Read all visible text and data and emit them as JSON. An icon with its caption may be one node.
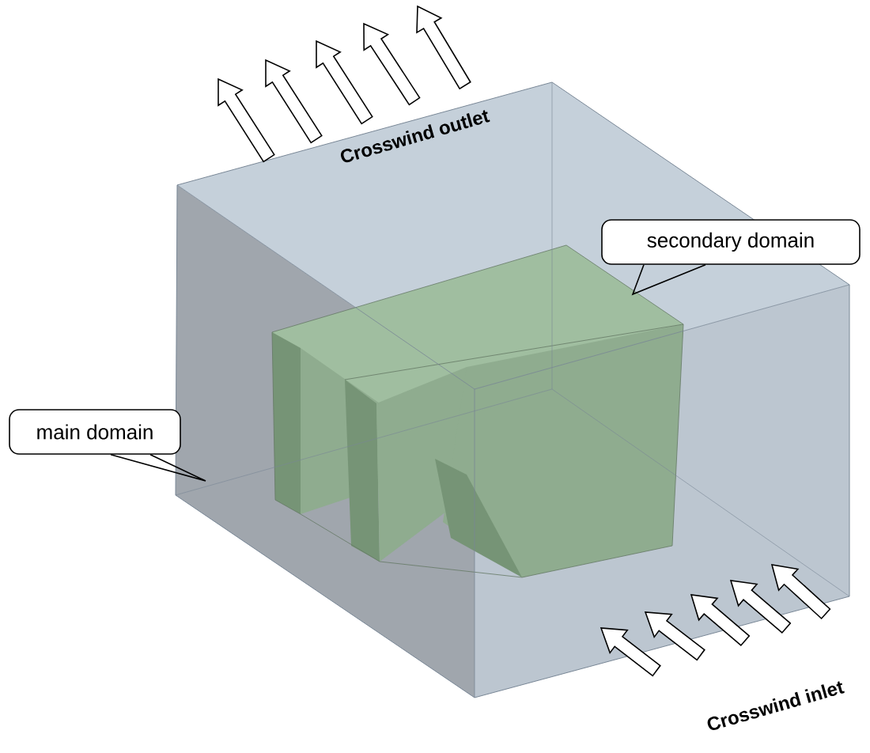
{
  "diagram": {
    "nodes": [
      {
        "text": [
          "main domain"
        ]
      },
      {
        "text": [
          "secondary domain"
        ]
      }
    ],
    "edges": [
      {
        "from": 0,
        "to": null,
        "arrow": "none"
      },
      {
        "from": 1,
        "to": null,
        "arrow": "none"
      }
    ],
    "labels": [
      "Crosswind outlet",
      "Crosswind inlet"
    ]
  }
}
